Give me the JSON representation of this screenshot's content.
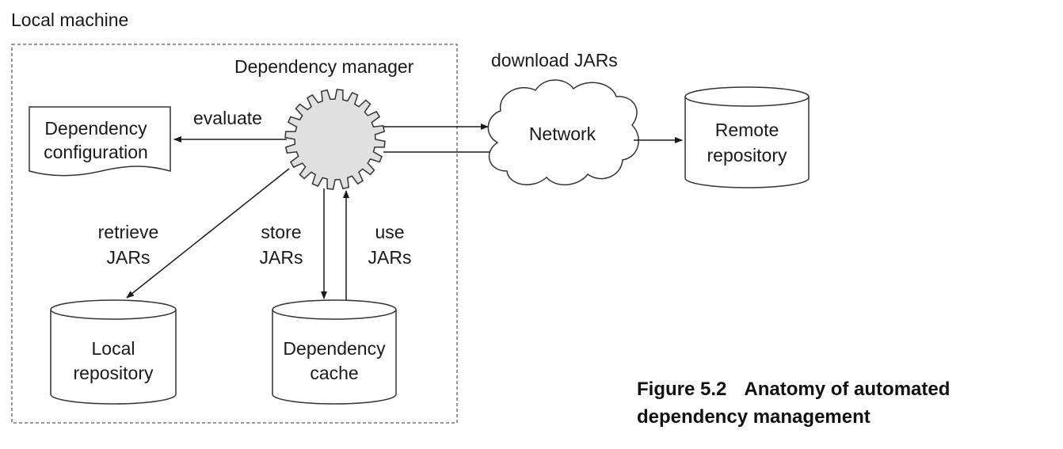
{
  "diagram": {
    "boundary_label": "Local machine",
    "manager_label": "Dependency manager",
    "config": {
      "line1": "Dependency",
      "line2": "configuration"
    },
    "edges": {
      "evaluate": "evaluate",
      "download": "download JARs",
      "retrieve_1": "retrieve",
      "retrieve_2": "JARs",
      "store_1": "store",
      "store_2": "JARs",
      "use_1": "use",
      "use_2": "JARs"
    },
    "network_label": "Network",
    "remote": {
      "line1": "Remote",
      "line2": "repository"
    },
    "local_repo": {
      "line1": "Local",
      "line2": "repository"
    },
    "cache": {
      "line1": "Dependency",
      "line2": "cache"
    }
  },
  "caption": {
    "number": "Figure 5.2",
    "line1": "Anatomy of automated",
    "line2": "dependency management"
  }
}
